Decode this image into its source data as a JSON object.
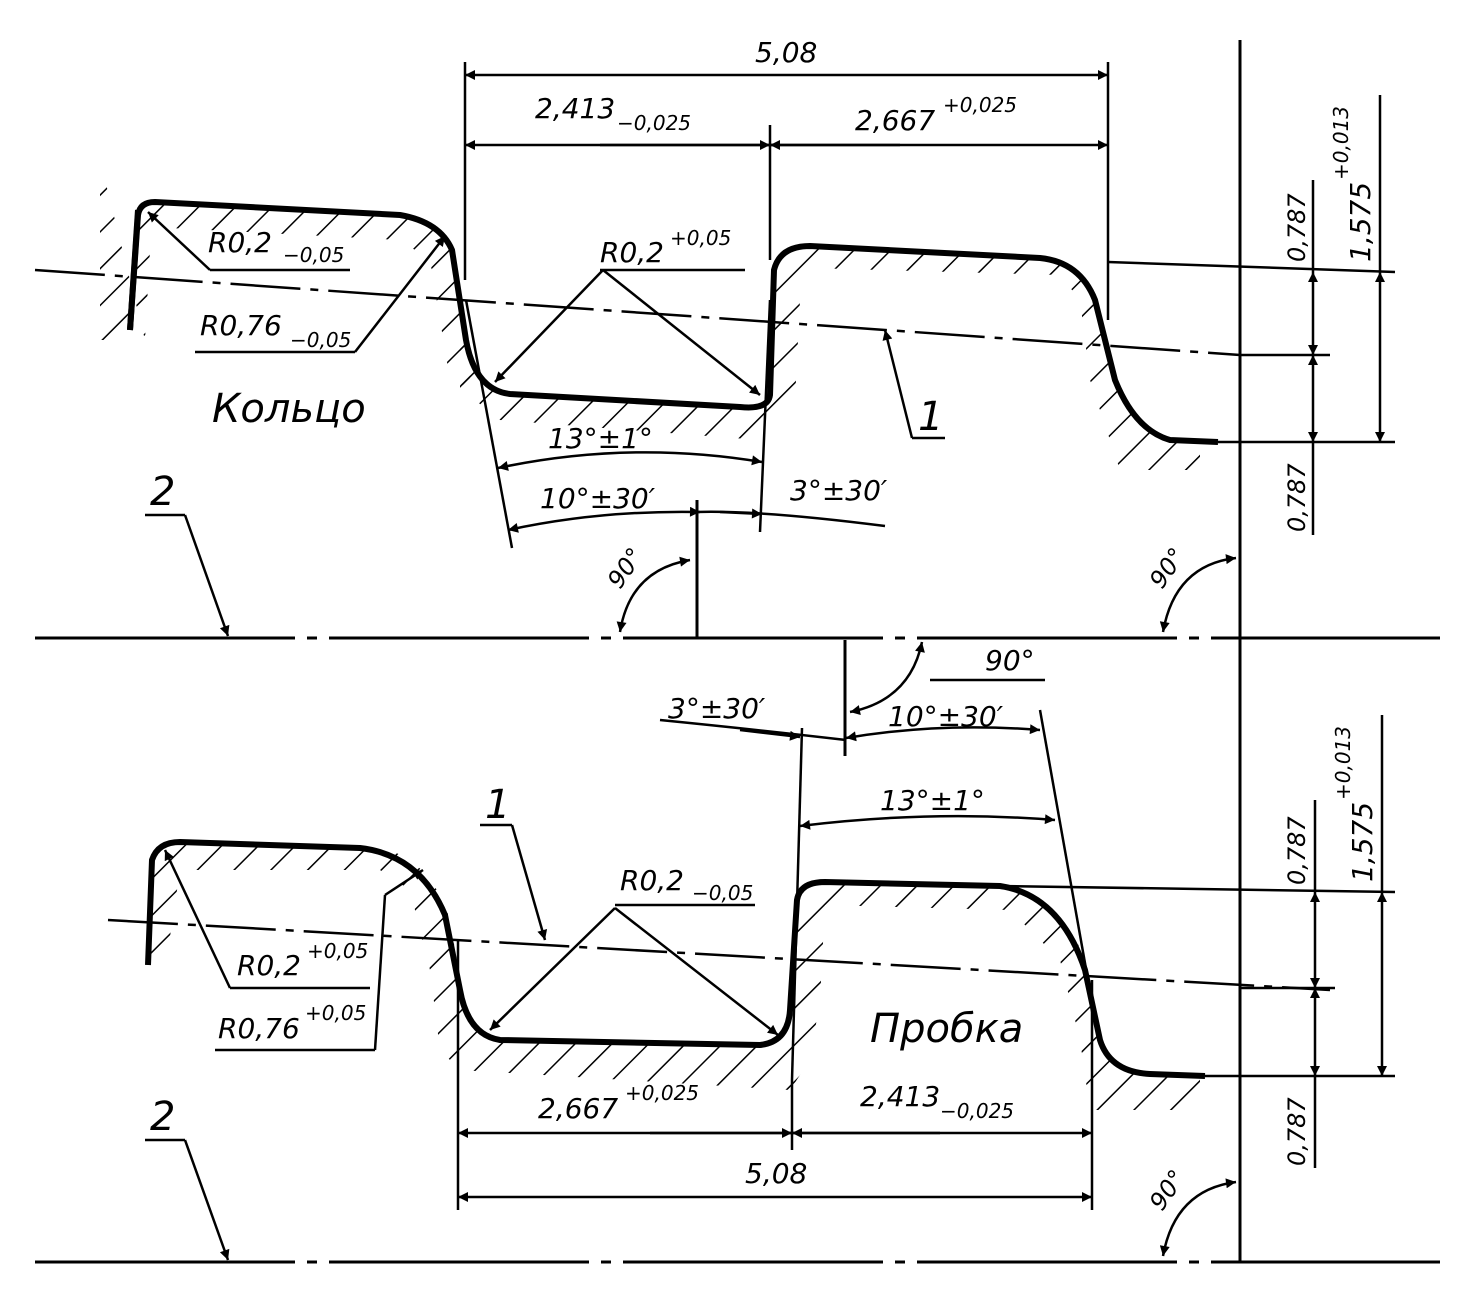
{
  "ring": {
    "title": "Кольцо",
    "pitch": "5,08",
    "left_width": "2,413",
    "left_width_tol": "−0,025",
    "right_width": "2,667",
    "right_width_tol": "+0,025",
    "r_top_left": "R0,2",
    "r_top_left_tol": "−0,05",
    "r_big": "R0,76",
    "r_big_tol": "−0,05",
    "r_root": "R0,2",
    "r_root_tol": "+0,05",
    "angle_13": "13°±1°",
    "angle_10": "10°±30′",
    "angle_3": "3°±30′",
    "angle_90_a": "90°",
    "angle_90_b": "90°",
    "half_upper": "0,787",
    "half_lower": "0,787",
    "height": "1,575",
    "height_tol": "+0,013",
    "callout_1": "1",
    "callout_2": "2"
  },
  "plug": {
    "title": "Пробка",
    "pitch": "5,08",
    "left_width": "2,667",
    "left_width_tol": "+0,025",
    "right_width": "2,413",
    "right_width_tol": "−0,025",
    "r_root": "R0,2",
    "r_root_tol": "−0,05",
    "r_small": "R0,2",
    "r_small_tol": "+0,05",
    "r_big": "R0,76",
    "r_big_tol": "+0,05",
    "angle_13": "13°±1°",
    "angle_10": "10°±30′",
    "angle_3": "3°±30′",
    "angle_90_a": "90°",
    "angle_90_b": "90°",
    "half_upper": "0,787",
    "half_lower": "0,787",
    "height": "1,575",
    "height_tol": "+0,013",
    "callout_1": "1",
    "callout_2": "2"
  },
  "colors": {
    "ink": "#000000",
    "paper": "#ffffff"
  }
}
